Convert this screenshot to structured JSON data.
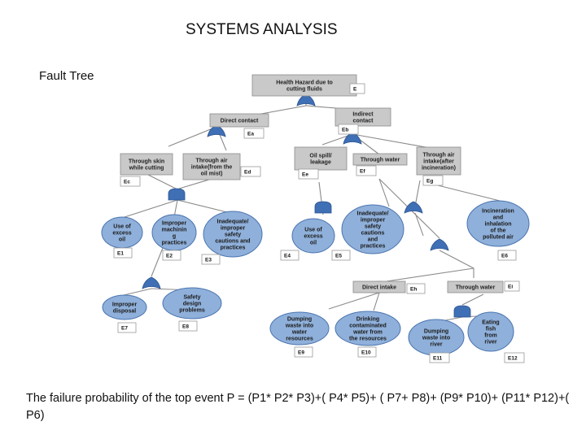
{
  "title": "SYSTEMS ANALYSIS",
  "subtitle": "Fault Tree",
  "formula": "The failure probability of the top event P = (P1* P2* P3)+( P4* P5)+ ( P7+ P8)+ (P9* P10)+ (P11* P12)+( P6)",
  "colors": {
    "box": "#c9c9c9",
    "box_border": "#8c8c8c",
    "event": "#8fb0da",
    "event_border": "#4a74b0",
    "gate": "#3f6fb5",
    "line": "#8a8a8a"
  },
  "diagram": {
    "top_event": {
      "lines": [
        "Health Hazard due to",
        "cutting fluids"
      ],
      "tag": "E"
    },
    "intermediate": [
      {
        "id": "direct-contact",
        "lines": [
          "Direct contact"
        ],
        "tag": "Ea"
      },
      {
        "id": "indirect-contact",
        "lines": [
          "Indirect",
          "contact"
        ],
        "tag": "Eb"
      },
      {
        "id": "through-skin",
        "lines": [
          "Through skin",
          "while cutting"
        ],
        "tag": "Ec"
      },
      {
        "id": "through-air-mist",
        "lines": [
          "Through air",
          "intake(from the",
          "oil mist)"
        ],
        "tag": "Ed"
      },
      {
        "id": "oil-spill",
        "lines": [
          "Oil spill/",
          "leakage"
        ],
        "tag": "Ee"
      },
      {
        "id": "through-water",
        "lines": [
          "Through water"
        ],
        "tag": "Ef"
      },
      {
        "id": "through-air-incineration",
        "lines": [
          "Through air",
          "intake(after",
          "incineration)"
        ],
        "tag": "Eg"
      },
      {
        "id": "direct-intake",
        "lines": [
          "Direct intake"
        ],
        "tag": "Eh"
      },
      {
        "id": "through-water-2",
        "lines": [
          "Through water"
        ],
        "tag": "Ei"
      }
    ],
    "basic_events": [
      {
        "id": "e1",
        "lines": [
          "Use of",
          "excess",
          "oil"
        ],
        "tag": "E1"
      },
      {
        "id": "e2",
        "lines": [
          "Improper",
          "machinin",
          "g",
          "practices"
        ],
        "tag": "E2"
      },
      {
        "id": "e3",
        "lines": [
          "Inadequate/",
          "improper",
          "safety",
          "cautions and",
          "practices"
        ],
        "tag": "E3"
      },
      {
        "id": "e4",
        "lines": [
          "Use of",
          "excess",
          "oil"
        ],
        "tag": "E4"
      },
      {
        "id": "e5",
        "lines": [
          "Inadequate/",
          "improper",
          "safety",
          "cautions",
          "and",
          "practices"
        ],
        "tag": "E5"
      },
      {
        "id": "e6",
        "lines": [
          "Incineration",
          "and",
          "inhalation",
          "of the",
          "polluted air"
        ],
        "tag": "E6"
      },
      {
        "id": "e7",
        "lines": [
          "Improper",
          "disposal"
        ],
        "tag": "E7"
      },
      {
        "id": "e8",
        "lines": [
          "Safety",
          "design",
          "problems"
        ],
        "tag": "E8"
      },
      {
        "id": "e9",
        "lines": [
          "Dumping",
          "waste into",
          "water",
          "resources"
        ],
        "tag": "E9"
      },
      {
        "id": "e10",
        "lines": [
          "Drinking",
          "contaminated",
          "water from",
          "the resources"
        ],
        "tag": "E10"
      },
      {
        "id": "e11",
        "lines": [
          "Dumping",
          "waste into",
          "river"
        ],
        "tag": "E11"
      },
      {
        "id": "e12",
        "lines": [
          "Eating",
          "fish",
          "from",
          "river"
        ],
        "tag": "E12"
      }
    ]
  }
}
